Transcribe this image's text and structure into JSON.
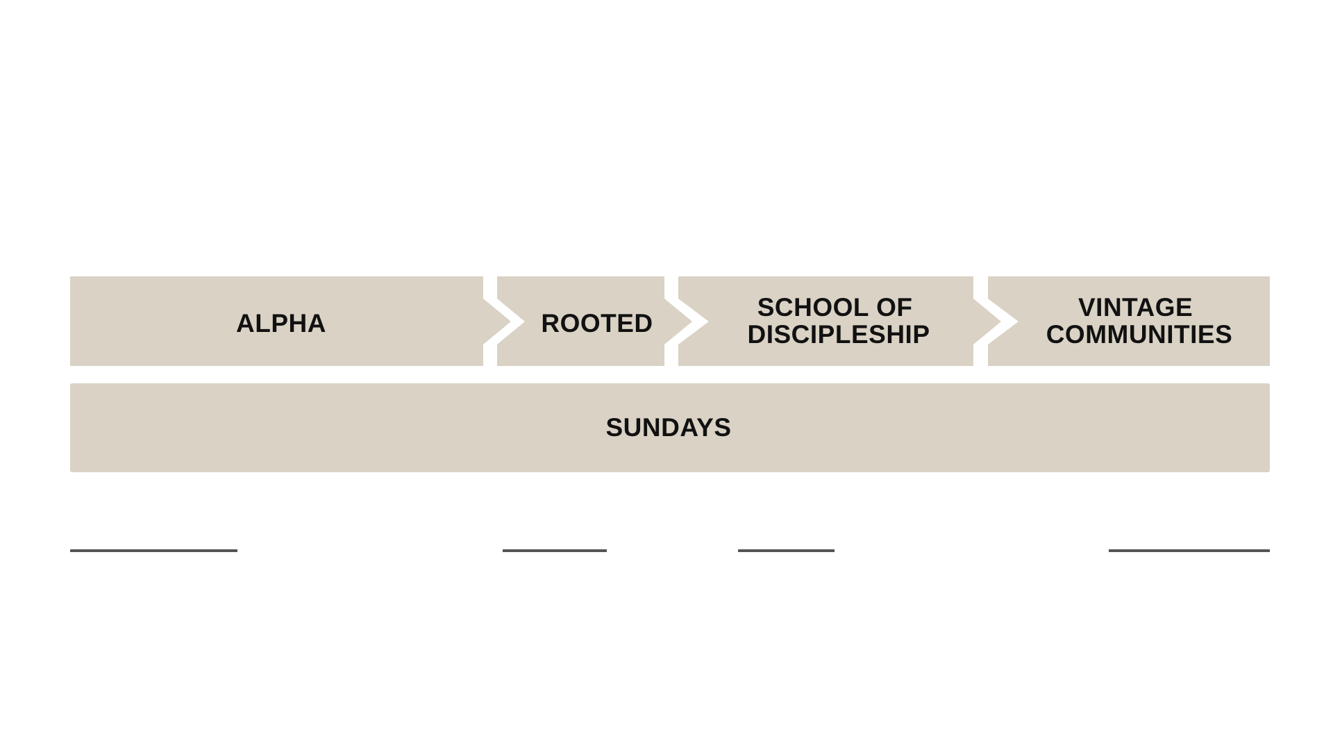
{
  "colors": {
    "box_fill": "#d9d2c5",
    "text": "#111111",
    "line": "#555555",
    "background": "#ffffff"
  },
  "stages": [
    {
      "lines": [
        "ALPHA"
      ]
    },
    {
      "lines": [
        "ROOTED"
      ]
    },
    {
      "lines": [
        "SCHOOL OF",
        "DISCIPLESHIP"
      ]
    },
    {
      "lines": [
        "VINTAGE",
        "COMMUNITIES"
      ]
    }
  ],
  "foundation": {
    "label": "SUNDAYS"
  },
  "blank_count": 4
}
